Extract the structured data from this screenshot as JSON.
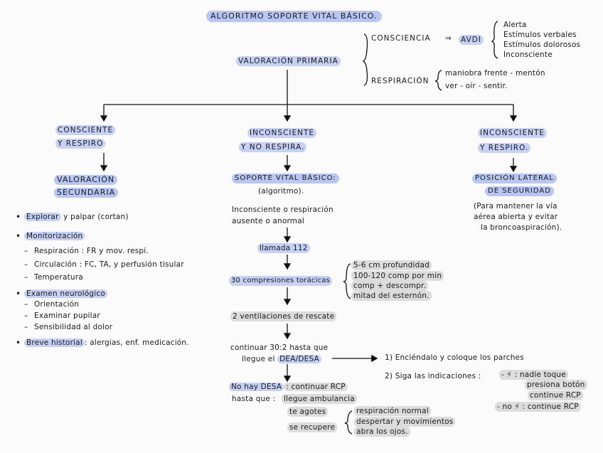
{
  "title": "ALGORITMO SOPORTE VITAL BÁSICO.",
  "valoracion_primaria": "VALORACIÓN PRIMARIA",
  "consciencia": {
    "label": "CONSCIENCIA",
    "arrow": "⇒",
    "avdi": "AVDI",
    "items": [
      "Alerta",
      "Estímulos verbales",
      "Estímulos dolorosos",
      "Inconsciente"
    ]
  },
  "respiracion": {
    "label": "RESPIRACIÓN",
    "items": [
      "maniobra frente - mentón",
      "ver - oír - sentir."
    ]
  },
  "left": {
    "title": [
      "CONSCIENTE",
      "Y RESPIRO"
    ],
    "sub": [
      "VALORACIÓN",
      "SECUNDARIA"
    ],
    "bullets": [
      {
        "label": "Explorar",
        "rest": " y palpar (cortan)"
      },
      {
        "label": "Monitorización",
        "rest": ""
      },
      {
        "label": "Examen neurológico",
        "rest": ""
      },
      {
        "label": "Breve historial",
        "rest": ": alergias, enf. medicación."
      }
    ],
    "monitor_items": [
      "Respiración : FR y mov. respi.",
      "Circulación : FC, TA, y perfusión tisular",
      "Temperatura"
    ],
    "neuro_items": [
      "Orientación",
      "Examinar pupilar",
      "Sensibilidad al dolor"
    ]
  },
  "center": {
    "title": [
      "INCONSCIENTE",
      "Y NO RESPIRA."
    ],
    "svb": "SOPORTE VITAL BÁSICO:",
    "svb_sub": "(algoritmo).",
    "cond": [
      "Inconsciente o respiración",
      "ausente o anormal"
    ],
    "call": "llamada 112",
    "comp": "30 compresiones torácicas",
    "comp_notes": [
      "5-6 cm profundidad",
      "100-120 comp por min",
      "comp + descompr.",
      "mitad del esternón."
    ],
    "vent": "2 ventilaciones de rescate",
    "cont1": "continuar 30:2 hasta que",
    "cont2a": "llegue el ",
    "cont2b": "DEA/DESA",
    "dea_steps": [
      "1) Enciéndalo y coloque los parches",
      "2) Siga las indicaciones :"
    ],
    "dea_yes": [
      "- ⚡ : nadie toque",
      "presiona botón",
      "continue RCP"
    ],
    "dea_no": "- no ⚡ : continue RCP",
    "nodesa_a": "No hay DESA",
    "nodesa_b": ": continuar RCP",
    "hasta": "hasta que :",
    "llegue": "llegue ambulancia",
    "agotes": "te agotes",
    "recupere": "se recupere",
    "recupere_notes": [
      "respiración normal",
      "despertar y movimientos",
      "abra los ojos."
    ]
  },
  "right": {
    "title": [
      "INCONSCIENTE",
      "Y RESPIRO."
    ],
    "sub": [
      "POSICIÓN LATERAL",
      "DE SEGURIDAD"
    ],
    "note": [
      "(Para mantener la vía",
      "aérea abierta y evitar",
      "la broncoaspiración)."
    ]
  }
}
